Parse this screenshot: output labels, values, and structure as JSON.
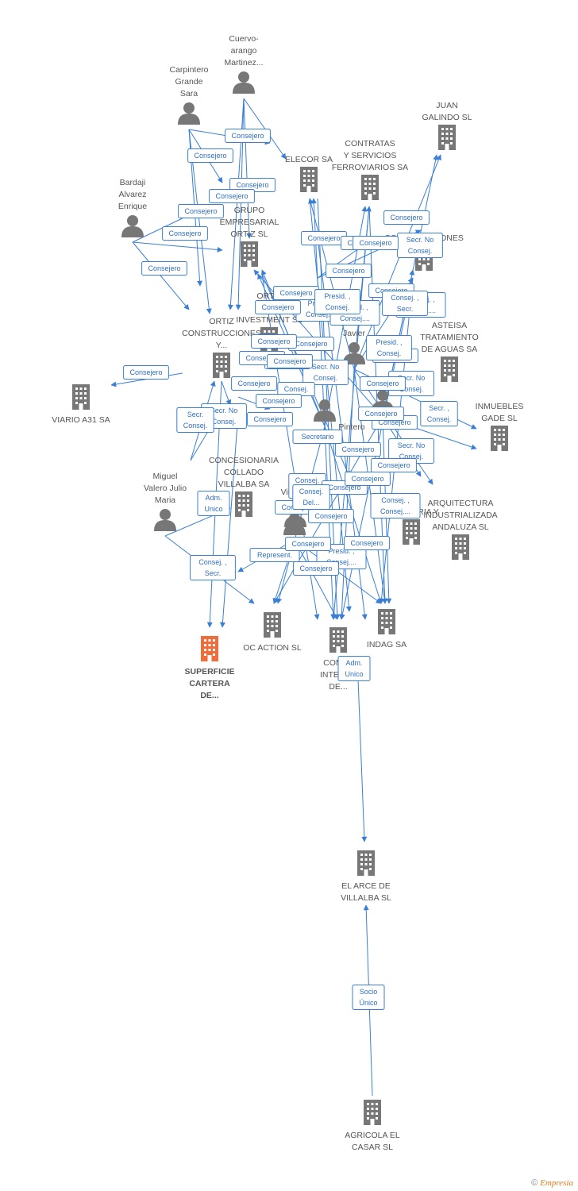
{
  "colors": {
    "edge": "#3a7fd4",
    "node": "#777777",
    "focus": "#f26b3a"
  },
  "nodes": [
    {
      "id": "superficie",
      "type": "company",
      "focus": true,
      "lines": [
        "SUPERFICIE",
        "CARTERA",
        "DE..."
      ]
    },
    {
      "id": "oc_action",
      "type": "company",
      "lines": [
        "OC ACTION SL"
      ]
    },
    {
      "id": "compania",
      "type": "company",
      "lines": [
        "COMPA",
        "INTERNA",
        "DE..."
      ]
    },
    {
      "id": "indag",
      "type": "company",
      "lines": [
        "INDAG SA"
      ]
    },
    {
      "id": "el_arce",
      "type": "company",
      "lines": [
        "EL ARCE DE",
        "VILLALBA SL"
      ]
    },
    {
      "id": "agricola",
      "type": "company",
      "lines": [
        "AGRICOLA EL",
        "CASAR SL"
      ]
    },
    {
      "id": "viario",
      "type": "company",
      "lines": [
        "VIARIO A31 SA"
      ]
    },
    {
      "id": "ortiz_constr",
      "type": "company",
      "lines": [
        "ORTIZ",
        "CONSTRUCCIONES",
        "Y..."
      ]
    },
    {
      "id": "grupo_ortiz",
      "type": "company",
      "lines": [
        "GRUPO",
        "EMPRESARIAL",
        "ORTIZ SL"
      ]
    },
    {
      "id": "elecor",
      "type": "company",
      "lines": [
        "ELECOR SA"
      ]
    },
    {
      "id": "contratas",
      "type": "company",
      "lines": [
        "CONTRATAS",
        "Y SERVICIOS",
        "FERROVIARIOS SA"
      ]
    },
    {
      "id": "juan_galindo",
      "type": "company",
      "lines": [
        "JUAN",
        "GALINDO SL"
      ]
    },
    {
      "id": "construcciones",
      "type": "company",
      "lines": [
        "CONSTRUCCIONES"
      ]
    },
    {
      "id": "asteisa",
      "type": "company",
      "lines": [
        "ASTEISA",
        "TRATAMIENTO",
        "DE AGUAS SA"
      ]
    },
    {
      "id": "inmuebles_gade",
      "type": "company",
      "lines": [
        "INMUEBLES",
        "GADE SL"
      ]
    },
    {
      "id": "arquitectura",
      "type": "company",
      "lines": [
        "ARQUITECTURA",
        "INDUSTRIALIZADA",
        "ANDALUZA SL"
      ]
    },
    {
      "id": "ingenieria",
      "type": "company",
      "lines": [
        "INGENIERIA Y"
      ]
    },
    {
      "id": "concesionaria",
      "type": "company",
      "lines": [
        "CONCESIONARIA",
        "COLLADO",
        "VILLALBA SA"
      ]
    },
    {
      "id": "ortiz_invest",
      "type": "company",
      "lines": [
        "ORTIZ",
        "INTER",
        "INVESTMENT SL"
      ]
    },
    {
      "id": "cuervo",
      "type": "person",
      "lines": [
        "Cuervo-",
        "arango",
        "Martinez..."
      ]
    },
    {
      "id": "carpintero",
      "type": "person",
      "lines": [
        "Carpintero",
        "Grande",
        "Sara"
      ]
    },
    {
      "id": "bardaji",
      "type": "person",
      "lines": [
        "Bardaji",
        "Alvarez",
        "Enrique"
      ]
    },
    {
      "id": "miguel",
      "type": "person",
      "lines": [
        "Miguel",
        "Valero Julio",
        "Maria"
      ]
    },
    {
      "id": "javier",
      "type": "person",
      "lines": [
        "Javier"
      ]
    },
    {
      "id": "juan_luis",
      "type": "person",
      "lines": [
        "Juan-luis"
      ]
    },
    {
      "id": "vicente",
      "type": "person",
      "lines": [
        "Vicente",
        "Re"
      ]
    },
    {
      "id": "p_center",
      "type": "person",
      "lines": [
        "Pintero"
      ]
    },
    {
      "id": "p_low",
      "type": "person",
      "lines": [
        ""
      ]
    }
  ],
  "relations": [
    [
      "Consejero"
    ],
    [
      "Consejero"
    ],
    [
      "Consejero"
    ],
    [
      "Consejero"
    ],
    [
      "Consejero"
    ],
    [
      "Consejero"
    ],
    [
      "Consejero"
    ],
    [
      "Consejero"
    ],
    [
      "Consejero"
    ],
    [
      "Consejero"
    ],
    [
      "Secr.  No",
      "Consej."
    ],
    [
      "Presid. ,",
      "Consej...."
    ],
    [
      "Presid. ,",
      "Consej...."
    ],
    [
      "Consejero"
    ],
    [
      "Consejero"
    ],
    [
      "Consejero"
    ],
    [
      "Secr.  No",
      "Consej."
    ],
    [
      "Consejero"
    ],
    [
      "Consejero"
    ],
    [
      "Consej."
    ],
    [
      "Secr.  No",
      "Consej."
    ],
    [
      "Consejero"
    ],
    [
      "Secr. ,",
      "Consej."
    ],
    [
      "Consejero"
    ],
    [
      "Secr.  No",
      "Consej."
    ],
    [
      "Consejero"
    ],
    [
      "Consejero"
    ],
    [
      "Consej. ,",
      "Consej...."
    ],
    [
      "Secr.",
      "Consej."
    ],
    [
      "Secr.  No",
      "Consej."
    ],
    [
      "Consejero"
    ],
    [
      "Consej.",
      "Del..."
    ],
    [
      "Consejero"
    ],
    [
      "Consejero"
    ],
    [
      "Consejero"
    ],
    [
      "Presid. ,",
      "Consej...."
    ],
    [
      "Consejero"
    ],
    [
      "Represent."
    ],
    [
      "Adm.",
      "Unico"
    ],
    [
      "Consej. ,",
      "Secr."
    ],
    [
      "Adm.",
      "Unico"
    ],
    [
      "Socio",
      "Único"
    ],
    [
      "Secretario"
    ],
    [
      "Consejero"
    ],
    [
      "Consejero"
    ],
    [
      "Presid. ,",
      "Consej."
    ],
    [
      "Consej. ,",
      "Consej...."
    ],
    [
      "Consejero"
    ],
    [
      "Consej. ,",
      "Secr."
    ],
    [
      "Consejero"
    ],
    [
      "Consejero"
    ],
    [
      "Consejero"
    ],
    [
      "Consejero"
    ],
    [
      "Consejero"
    ],
    [
      "Consejero"
    ],
    [
      "Consejero"
    ],
    [
      "Consejero"
    ],
    [
      "Presid. ,",
      "Consej."
    ],
    [
      "Consej.",
      "Del..."
    ],
    [
      "Consejero"
    ],
    [
      "Consejero"
    ]
  ],
  "footer": {
    "copyright": "©",
    "brand": "Empresia"
  }
}
